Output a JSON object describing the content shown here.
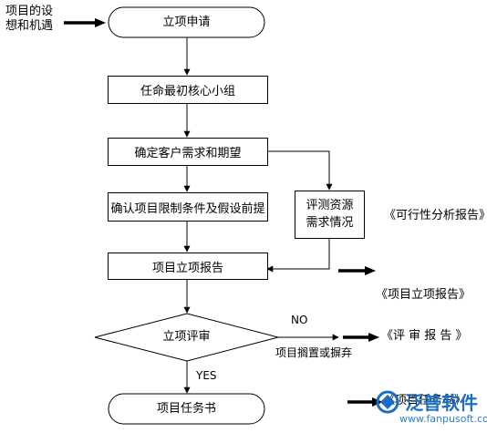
{
  "nodes": {
    "start_note": [
      "项目的设",
      "想和机遇"
    ],
    "project_apply": "立项申请",
    "appoint_group": "任命最初核心小组",
    "determine_expect": "确定客户需求和期望",
    "confirm_limits": "确认项目限制条件及假设前提",
    "evaluate_resources": [
      "评测资源",
      "需求情况"
    ],
    "project_report": "项目立项报告",
    "review": "立项评审",
    "task_book": "项目任务书"
  },
  "labels": {
    "feasibility": "《可行性分析报告》",
    "report_doc": "《项目立项报告》",
    "review_doc": "《评 审 报 告 》",
    "task_doc": "《项目任务书》",
    "no": "NO",
    "yes": "YES",
    "shelved": "项目搁置或摒弃"
  },
  "watermark": {
    "brand": "泛普软件",
    "url": "www.fanpusoft.com"
  },
  "colors": {
    "line": "#000000",
    "watermark_blue": "#1a6fc2"
  }
}
